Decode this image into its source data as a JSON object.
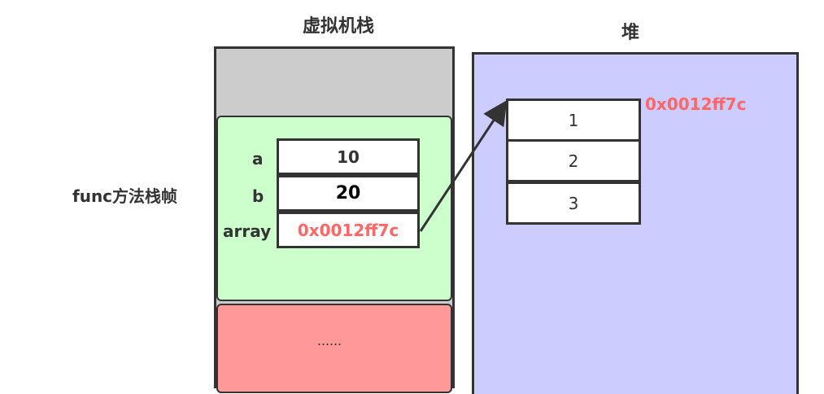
{
  "titles": {
    "stack": "虚拟机栈",
    "heap": "堆"
  },
  "stack": {
    "frame_label": "func方法栈帧",
    "lower_frame_text": "......",
    "vars": [
      {
        "name": "a",
        "value": "10"
      },
      {
        "name": "b",
        "value": "20"
      },
      {
        "name": "array",
        "value": "0x0012ff7c"
      }
    ]
  },
  "heap": {
    "address": "0x0012ff7c",
    "elements": [
      "1",
      "2",
      "3"
    ]
  },
  "colors": {
    "stack_top": "#cccccc",
    "frame_fill": "#ccffcc",
    "lower_frame_fill": "#ff9999",
    "heap_fill": "#ccccff",
    "address_text": "#ff6666",
    "outline": "#333333"
  }
}
